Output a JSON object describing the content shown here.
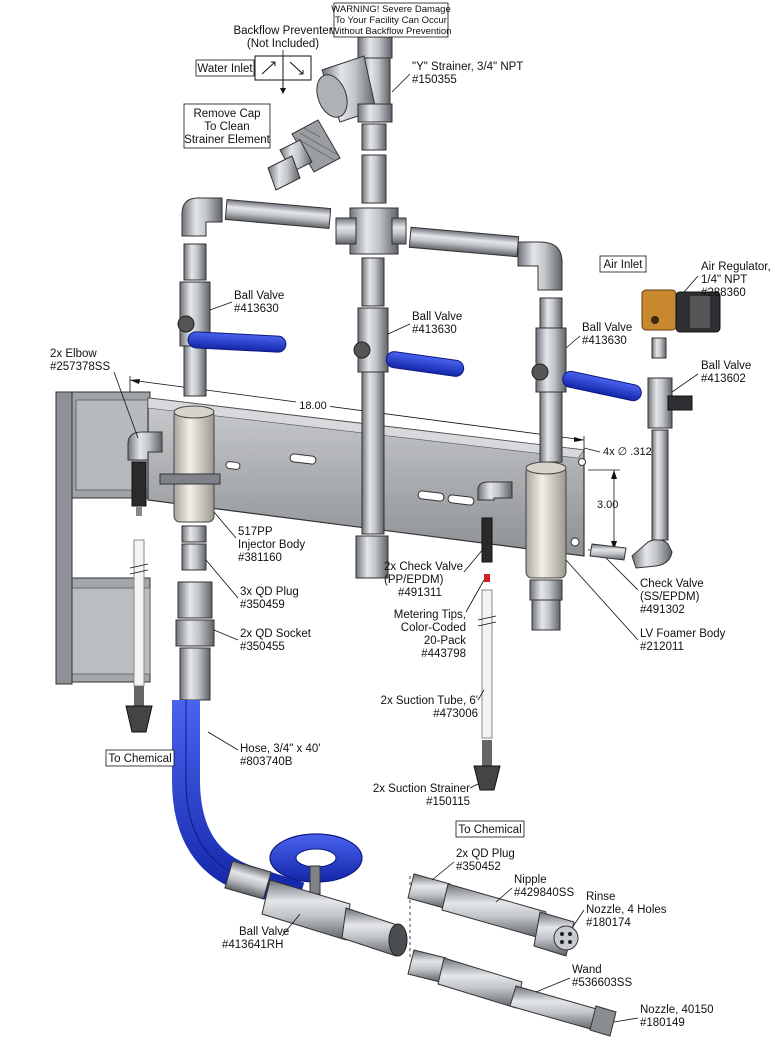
{
  "colors": {
    "steel": "#b9bcc1",
    "steel_dark": "#7f8389",
    "bracket": "#a9abae",
    "handle_blue": "#1f3fd6",
    "hose_blue": "#1c2fd0",
    "brass": "#c8882e",
    "nylon": "#e6e2d8"
  },
  "warning": {
    "line1": "WARNING! Severe Damage",
    "line2": "To Your Facility Can Occur",
    "line3": "Without Backflow Prevention"
  },
  "boxed": {
    "water_inlet": "Water Inlet",
    "air_inlet": "Air Inlet",
    "to_chemical_left": "To Chemical",
    "to_chemical_right": "To Chemical",
    "remove_cap": [
      "Remove Cap",
      "To Clean",
      "Strainer Element"
    ]
  },
  "labels": {
    "backflow": [
      "Backflow Preventer",
      "(Not Included)"
    ],
    "y_strainer": [
      "\"Y\" Strainer, 3/4\" NPT",
      "#150355"
    ],
    "ball_valve_left": [
      "Ball Valve",
      "#413630"
    ],
    "ball_valve_center": [
      "Ball Valve",
      "#413630"
    ],
    "ball_valve_right": [
      "Ball Valve",
      "#413630"
    ],
    "air_regulator": [
      "Air Regulator,",
      "1/4\" NPT",
      "#288360"
    ],
    "ball_valve_air": [
      "Ball Valve",
      "#413602"
    ],
    "elbow": [
      "2x Elbow",
      "#257378SS"
    ],
    "dimension_length": "18.00",
    "holes": "4x ∅ .312",
    "dimension_height": "3.00",
    "injector_body": [
      "517PP",
      "Injector Body",
      "#381160"
    ],
    "qd_plug_3x": [
      "3x QD Plug",
      "#350459"
    ],
    "qd_socket": [
      "2x QD Socket",
      "#350455"
    ],
    "check_valve_pp": [
      "2x Check Valve",
      "(PP/EPDM)",
      "#491311"
    ],
    "check_valve_ss": [
      "Check Valve",
      "(SS/EPDM)",
      "#491302"
    ],
    "metering_tips": [
      "Metering Tips,",
      "Color-Coded",
      "20-Pack",
      "#443798"
    ],
    "lv_foamer": [
      "LV Foamer Body",
      "#212011"
    ],
    "suction_tube": [
      "2x Suction Tube, 6'",
      "#473006"
    ],
    "hose": [
      "Hose, 3/4\" x 40'",
      "#803740B"
    ],
    "suction_strainer": [
      "2x Suction Strainer",
      "#150115"
    ],
    "qd_plug_2x": [
      "2x QD Plug",
      "#350452"
    ],
    "nipple": [
      "Nipple",
      "#429840SS"
    ],
    "rinse_nozzle": [
      "Rinse",
      "Nozzle, 4 Holes",
      "#180174"
    ],
    "wand": [
      "Wand",
      "#536603SS"
    ],
    "ball_valve_hose": [
      "Ball Valve",
      "#413641RH"
    ],
    "nozzle": [
      "Nozzle, 40150",
      "#180149"
    ]
  }
}
